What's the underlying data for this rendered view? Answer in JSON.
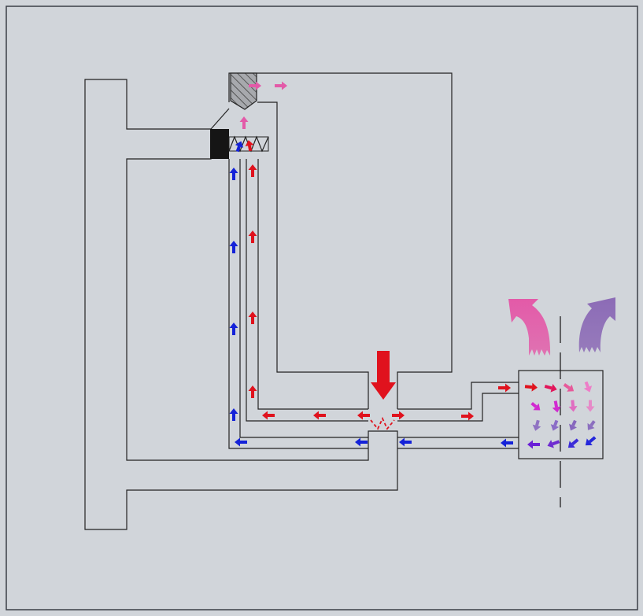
{
  "colors": {
    "background": "#d1d5da",
    "frame": "#3b3f46",
    "outline": "#222222",
    "hot": "#e0121d",
    "cold": "#1422d8",
    "pink": "#e35aa8",
    "violet": "#8c6bb6",
    "mixed_magenta": "#d12ad0",
    "mixed_purple": "#6a1fd6",
    "valve_fill": "#a7a9ad",
    "plug_fill": "#151515"
  },
  "icons": {
    "flow_arrow": "arrow-icon",
    "inlet_arrow": "down-arrow-icon",
    "nozzle": "nozzle-icon",
    "plug": "plug-block-icon",
    "spring": "spring-icon",
    "valve": "hatched-valve-icon",
    "plume_left": "pink-plume-icon",
    "plume_right": "violet-plume-icon"
  },
  "flow": {
    "hot_stream": "red",
    "cold_stream": "blue",
    "mix_zone": "gradient-pink-to-blue"
  }
}
